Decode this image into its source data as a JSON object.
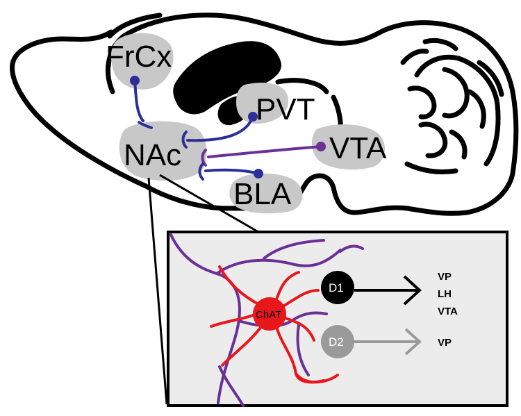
{
  "regions": {
    "frcx": "FrCx",
    "nac": "NAc",
    "pvt": "PVT",
    "vta": "VTA",
    "bla": "BLA"
  },
  "inset": {
    "chat": "ChAT",
    "d1": "D1",
    "d2": "D2",
    "d1_targets": [
      "VP",
      "LH",
      "VTA"
    ],
    "d2_targets": [
      "VP"
    ]
  },
  "colors": {
    "blue_pathway": "#2b2f96",
    "purple_pathway": "#6a3096",
    "chat": "#e8171c",
    "d1": "#000000",
    "d2": "#9a9a9a",
    "region_fill": "#c8c8c8",
    "inset_fill": "#ececec"
  }
}
